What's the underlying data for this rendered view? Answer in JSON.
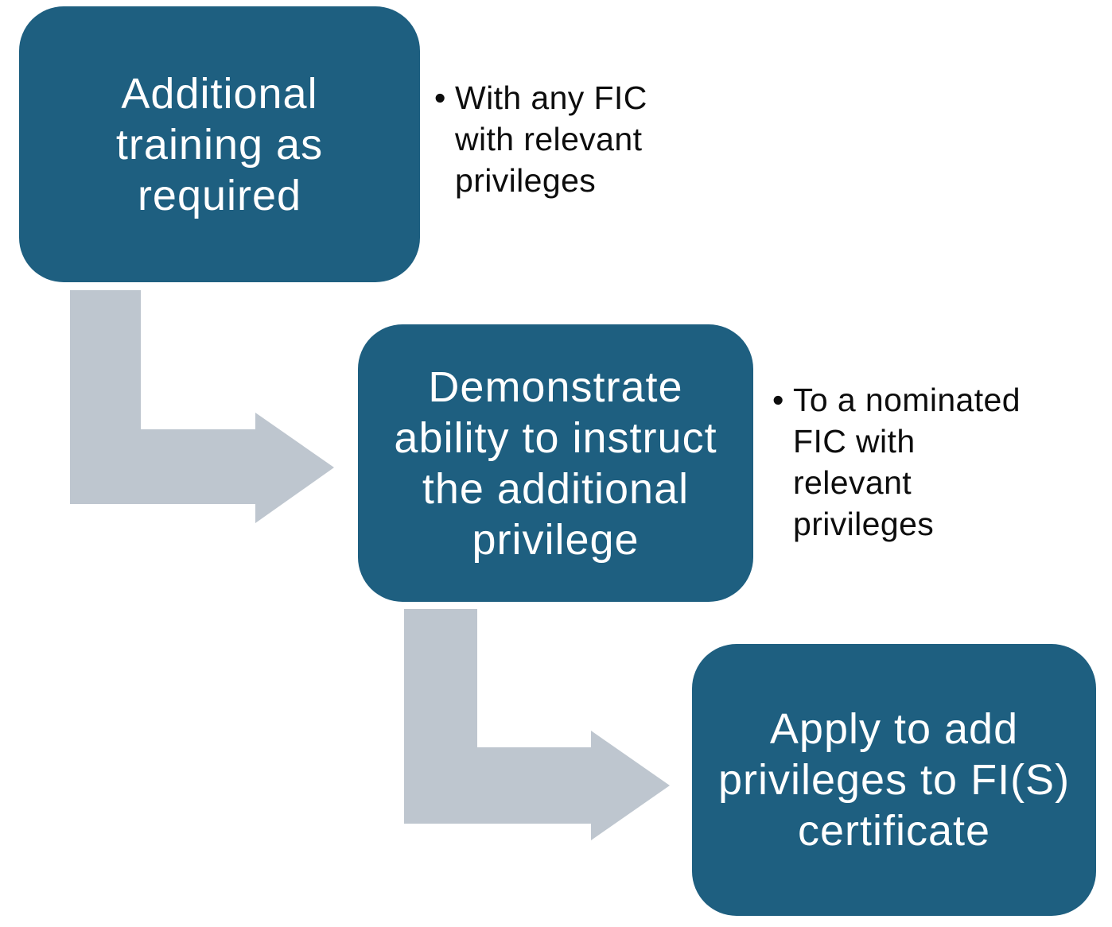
{
  "diagram": {
    "type": "process-flow",
    "bullet_char": "•",
    "colors": {
      "background": "#ffffff",
      "box_fill": "#1E5F80",
      "box_text": "#ffffff",
      "arrow_fill": "#BEC6CF",
      "note_text": "#0d0d0d"
    },
    "steps": [
      {
        "text": "Additional training as required",
        "lines": [
          "Additional",
          "training as",
          "required"
        ],
        "note_text": "With any FIC with relevant privileges",
        "note_lines": [
          "With any FIC",
          "with relevant",
          "privileges"
        ]
      },
      {
        "text": "Demonstrate ability to instruct the additional privilege",
        "lines": [
          "Demonstrate",
          "ability to instruct",
          "the additional",
          "privilege"
        ],
        "note_text": "To a nominated FIC with relevant privileges",
        "note_lines": [
          "To a nominated",
          "FIC with",
          "relevant",
          "privileges"
        ]
      },
      {
        "text": "Apply to add privileges to FI(S) certificate",
        "lines": [
          "Apply to add",
          "privileges to FI(S)",
          "certificate"
        ],
        "note_text": "",
        "note_lines": []
      }
    ]
  }
}
